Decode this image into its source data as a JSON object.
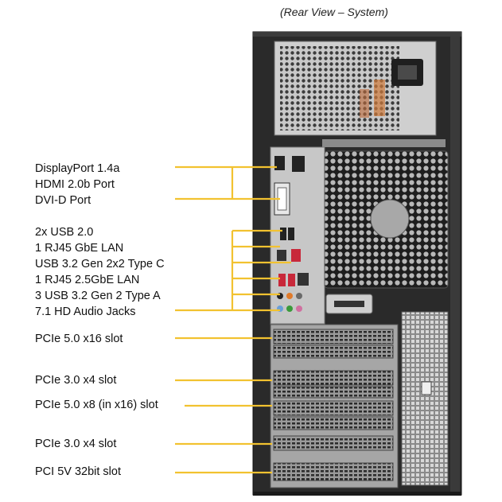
{
  "title": "(Rear View – System)",
  "labels": {
    "displayport": "DisplayPort 1.4a",
    "hdmi": "HDMI 2.0b Port",
    "dvi": "DVI-D Port",
    "usb2": "2x USB 2.0",
    "rj45_gbe": "1 RJ45 GbE LAN",
    "usb32_2x2": "USB 3.2 Gen 2x2 Type C",
    "rj45_25": "1 RJ45 2.5GbE LAN",
    "usb32_gen2": "3 USB 3.2 Gen 2 Type A",
    "audio": "7.1 HD Audio Jacks",
    "pcie5_x16": "PCIe 5.0 x16 slot",
    "pcie3_x4_a": "PCIe 3.0 x4 slot",
    "pcie5_x8": "PCIe 5.0 x8 (in x16) slot",
    "pcie3_x4_b": "PCIe 3.0 x4 slot",
    "pci": "PCI 5V 32bit slot"
  },
  "colors": {
    "callout_line": "#f2c230",
    "chassis": "#2a2a2a",
    "panel": "#bdbdbd",
    "usb_red": "#c8283a"
  }
}
